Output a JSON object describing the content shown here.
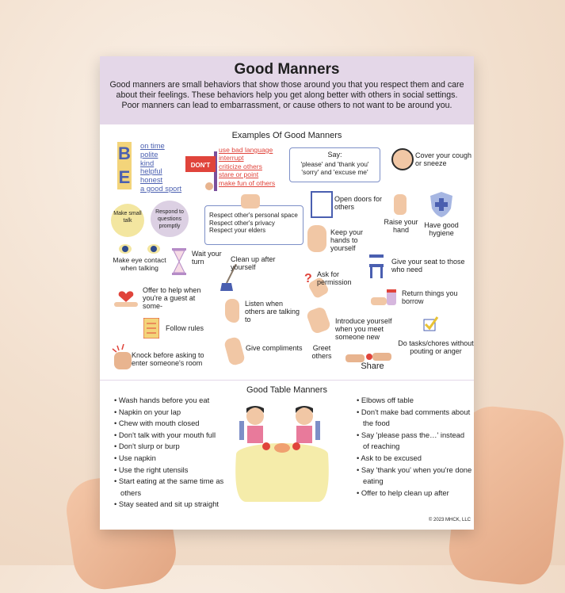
{
  "header": {
    "title": "Good Manners",
    "intro": "Good manners are small behaviors that show those around you that you respect them and care about their feelings.  These behaviors help you get along better with others in social settings.  Poor manners can lead to embarrassment, or cause others to not want to be around you."
  },
  "examples": {
    "title": "Examples Of Good Manners",
    "be_letters": [
      "B",
      "E"
    ],
    "be_list": [
      "on time",
      "polite",
      "kind",
      "helpful",
      "honest",
      "a good sport"
    ],
    "dont_sign": "DON'T",
    "dont_list": [
      "use bad language",
      "interrupt",
      "criticize others",
      "stare or point",
      "make fun of others"
    ],
    "say_title": "Say:",
    "say_text": "'please' and 'thank you' 'sorry' and 'excuse me'",
    "cover_cough": "Cover your cough or sneeze",
    "small_talk": "Make small talk",
    "respond": "Respond to questions promptly",
    "respect_list": [
      "Respect other's personal space",
      "Respect other's privacy",
      "Respect your elders"
    ],
    "open_doors": "Open doors for others",
    "raise_hand": "Raise your hand",
    "hygiene": "Have good hygiene",
    "keep_hands": "Keep your hands to yourself",
    "eye_contact": "Make eye contact when talking",
    "wait_turn": "Wait your turn",
    "clean_up": "Clean up after yourself",
    "give_seat": "Give your seat to those who need",
    "ask_permission": "Ask for permission",
    "offer_help": "Offer to help when you're a guest at some-",
    "return_things": "Return things you borrow",
    "listen": "Listen when others are talking to",
    "introduce": "Introduce yourself when you meet someone new",
    "follow_rules": "Follow rules",
    "tasks": "Do tasks/chores without pouting or anger",
    "knock": "Knock before asking to enter someone's room",
    "compliments": "Give compliments",
    "greet": "Greet others",
    "share": "Share"
  },
  "table": {
    "title": "Good Table Manners",
    "left": [
      "Wash hands before you eat",
      "Napkin on your lap",
      "Chew with mouth closed",
      "Don't talk with your mouth full",
      "Don't slurp or burp",
      "Use napkin",
      "Use the right utensils",
      "Start eating at the same time as others",
      "Stay seated and sit up straight"
    ],
    "right": [
      "Elbows off table",
      "Don't make bad comments about the food",
      "Say 'please pass the…' instead of reaching",
      "Ask to be excused",
      "Say 'thank you' when you're done eating",
      "Offer to help clean up after"
    ]
  },
  "copyright": "© 2023 MHCK, LLC",
  "colors": {
    "header_bg": "#e4d7e8",
    "accent_blue": "#4a5fb0",
    "accent_red": "#e0443b",
    "yellow": "#f3d47a"
  }
}
